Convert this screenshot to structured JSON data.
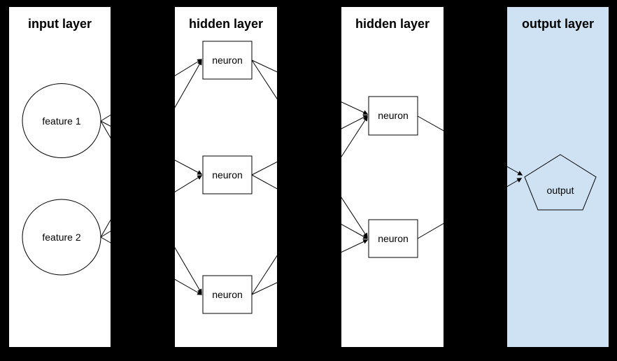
{
  "diagram": {
    "type": "neural-network-diagram",
    "colors": {
      "background": "#000000",
      "panel_white": "#ffffff",
      "panel_blue": "#cfe2f3",
      "stroke": "#000000",
      "text": "#000000"
    },
    "layers": [
      {
        "title": "input layer",
        "panel_color": "#ffffff",
        "nodes": [
          {
            "label": "feature 1",
            "shape": "circle"
          },
          {
            "label": "feature 2",
            "shape": "circle"
          }
        ]
      },
      {
        "title": "hidden layer",
        "panel_color": "#ffffff",
        "nodes": [
          {
            "label": "neuron",
            "shape": "rect"
          },
          {
            "label": "neuron",
            "shape": "rect"
          },
          {
            "label": "neuron",
            "shape": "rect"
          }
        ]
      },
      {
        "title": "hidden layer",
        "panel_color": "#ffffff",
        "nodes": [
          {
            "label": "neuron",
            "shape": "rect"
          },
          {
            "label": "neuron",
            "shape": "rect"
          }
        ]
      },
      {
        "title": "output layer",
        "panel_color": "#cfe2f3",
        "nodes": [
          {
            "label": "output",
            "shape": "pentagon"
          }
        ]
      }
    ]
  }
}
